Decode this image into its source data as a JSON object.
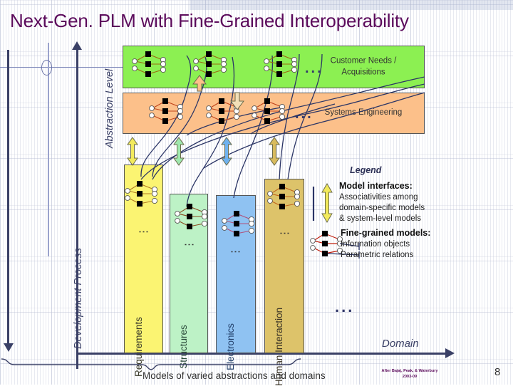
{
  "slide": {
    "title": "Next-Gen. PLM with Fine-Grained Interoperability",
    "page_number": "8",
    "caption": "Models of varied abstractions and domains",
    "credit_line1": "After Bajaj, Peak, & Waterbury",
    "credit_line2": "2003-09"
  },
  "axes": {
    "y_label": "Abstraction Level",
    "x_label": "Domain",
    "process_label": "Development Process"
  },
  "bands": [
    {
      "label": "Customer Needs / Acquisitions",
      "color": "#8cf052",
      "ellipsis": "..."
    },
    {
      "label": "Systems Engineering",
      "color": "#fcc08a",
      "ellipsis": "..."
    }
  ],
  "columns": [
    {
      "label": "Requirements",
      "color": "#fbf472",
      "arrow_color": "#f2ea5c",
      "link_color": "#b07a20",
      "ellipsis": "⋮"
    },
    {
      "label": "Structures",
      "color": "#bdf2c6",
      "arrow_color": "#9fe8ae",
      "link_color": "#8a4a20",
      "ellipsis": "⋮"
    },
    {
      "label": "Electronics",
      "color": "#8fc2f2",
      "arrow_color": "#6fb2ef",
      "link_color": "#b0507a",
      "ellipsis": "⋮"
    },
    {
      "label": "Human Interaction",
      "color": "#ddc36a",
      "arrow_color": "#d8bb5e",
      "link_color": "#c0641c",
      "ellipsis": "⋮"
    }
  ],
  "columns_more_ellipsis": "...",
  "legend": {
    "title": "Legend",
    "items": [
      {
        "heading": "Model interfaces:",
        "line1": "Associativities among",
        "line2": "domain-specific models",
        "line3": "& system-level models",
        "glyph": "double-arrow-vertical"
      },
      {
        "heading": "Fine-grained models:",
        "line1": "Information objects",
        "line2": "Parametric relations",
        "glyph": "node-link-cluster"
      }
    ]
  },
  "colors": {
    "title_purple": "#5b0a5b",
    "axis_navy": "#3a4066",
    "band_green": "#8cf052",
    "band_orange": "#fcc08a"
  }
}
